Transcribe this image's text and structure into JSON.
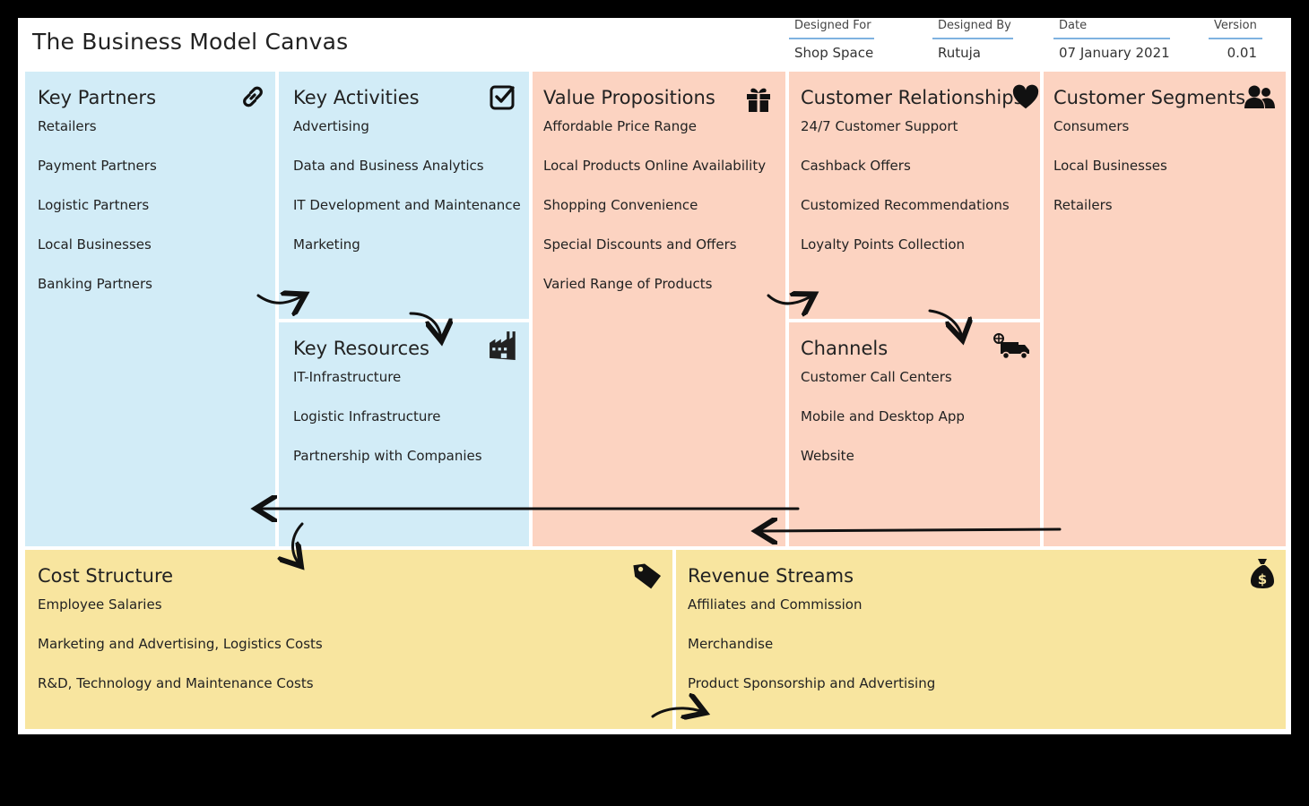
{
  "title": "The Business Model Canvas",
  "meta": [
    {
      "label": "Designed For",
      "value": "Shop Space"
    },
    {
      "label": "Designed By",
      "value": "Rutuja"
    },
    {
      "label": "Date",
      "value": "07 January 2021"
    },
    {
      "label": "Version",
      "value": "0.01"
    }
  ],
  "colors": {
    "blue": "#d2ecf7",
    "peach": "#fcd3c1",
    "yellow": "#f8e59f",
    "rule": "#7fb2e0"
  },
  "sections": {
    "key_partners": {
      "title": "Key Partners",
      "icon": "link-icon",
      "items": [
        "Retailers",
        "Payment Partners",
        "Logistic Partners",
        "Local Businesses",
        "Banking Partners"
      ]
    },
    "key_activities": {
      "title": "Key Activities",
      "icon": "checkbox-icon",
      "items": [
        "Advertising",
        "Data and Business Analytics",
        "IT Development and Maintenance",
        "Marketing"
      ]
    },
    "key_resources": {
      "title": "Key Resources",
      "icon": "factory-icon",
      "items": [
        "IT-Infrastructure",
        "Logistic Infrastructure",
        "Partnership with Companies"
      ]
    },
    "value_propositions": {
      "title": "Value Propositions",
      "icon": "gift-icon",
      "items": [
        "Affordable Price Range",
        "Local Products Online Availability",
        "Shopping Convenience",
        "Special Discounts and Offers",
        "Varied Range of Products"
      ]
    },
    "customer_relationships": {
      "title": "Customer Relationships",
      "icon": "heart-icon",
      "items": [
        "24/7 Customer Support",
        "Cashback Offers",
        "Customized Recommendations",
        "Loyalty Points Collection"
      ]
    },
    "channels": {
      "title": "Channels",
      "icon": "delivery-truck-icon",
      "items": [
        "Customer Call Centers",
        "Mobile and Desktop App",
        "Website"
      ]
    },
    "customer_segments": {
      "title": "Customer Segments",
      "icon": "users-icon",
      "items": [
        "Consumers",
        "Local Businesses",
        "Retailers"
      ]
    },
    "cost_structure": {
      "title": "Cost Structure",
      "icon": "price-tag-icon",
      "items": [
        "Employee Salaries",
        "Marketing and Advertising, Logistics Costs",
        "R&D, Technology and Maintenance Costs"
      ]
    },
    "revenue_streams": {
      "title": "Revenue Streams",
      "icon": "money-bag-icon",
      "items": [
        "Affiliates and Commission",
        "Merchandise",
        "Product Sponsorship and Advertising"
      ]
    }
  }
}
